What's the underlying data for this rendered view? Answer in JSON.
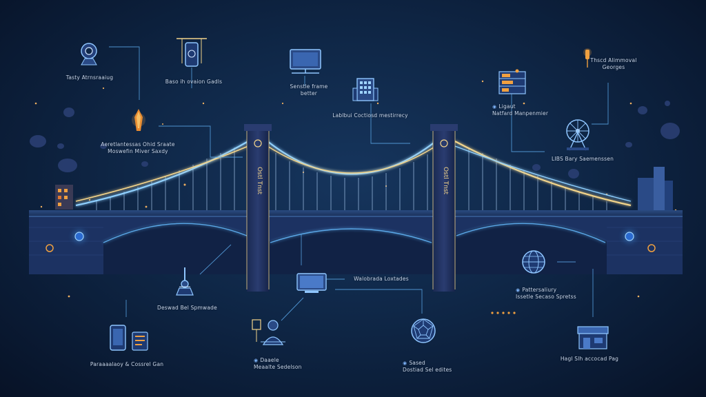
{
  "colors": {
    "background": "#0f2747",
    "bridge_deck": "#223a6a",
    "tower": "#1f2f5c",
    "cable_glow": "#f3d48a",
    "cable_blue": "#8fd0ff",
    "connector": "#5aa7e8",
    "icon_stroke": "#8fc6ff",
    "accent_orange": "#f0a040"
  },
  "labels": {
    "top_left_a": "Tasty Atrnsraaiug",
    "top_left_b": "Baso ih ovaion Gadls",
    "top_center_a_line1": "Senstle frame",
    "top_center_a_line2": "better",
    "top_center_b": "Lablbui Coctiosd mestirrecy",
    "top_right_a_line1": "Thscd Alimmoval",
    "top_right_a_line2": "Georges",
    "top_right_b_line1": "Ligaut",
    "top_right_b_line2": "Natfard Manpenmier",
    "mid_left_line1": "Aeretlantessas Ohid Sraate",
    "mid_left_line2": "Moswefin Miver Saxdy",
    "mid_right": "LIBS Bary Saemenssen",
    "center_lower": "Walobrada Loxtades",
    "lower_left": "Deswad Bel Spmwade",
    "lower_right_line1": "Pattersaliury",
    "lower_right_line2": "Issetle Secaso Spretss",
    "bottom_left": "Paraaaalaoy & Cossrel Gan",
    "bottom_center_left_line1": "Daaele",
    "bottom_center_left_line2": "Meaalte Sedelson",
    "bottom_center_right_line1": "Sased",
    "bottom_center_right_line2": "Dostiad Sel edites",
    "bottom_right": "Hagl Slh accocad Pag"
  },
  "tower_text": {
    "left": "Ostl Tnst",
    "right": "Ostl Tnst"
  },
  "icons": [
    "webcam-icon",
    "tablet-icon",
    "monitor-icon",
    "building-icon",
    "bookshelf-icon",
    "torch-icon",
    "ferris-wheel-icon",
    "lantern-icon",
    "microscope-icon",
    "laptop-icon",
    "globe-icon",
    "people-icon",
    "phone-icon",
    "geodesic-sphere-icon",
    "storefront-icon"
  ]
}
